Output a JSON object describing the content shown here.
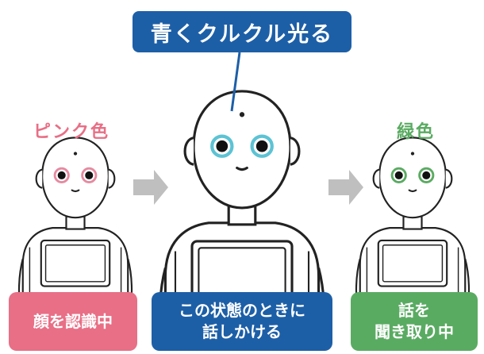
{
  "callout": {
    "text": "青くクルクル光る"
  },
  "left": {
    "title": "ピンク色",
    "box_line1": "顔を認識中"
  },
  "center": {
    "box_line1": "この状態のときに",
    "box_line2": "話しかける"
  },
  "right": {
    "title": "緑色",
    "box_line1": "話を",
    "box_line2": "聞き取り中"
  },
  "colors": {
    "pink": "#e86f86",
    "blue": "#1d5fa7",
    "green": "#5aab62",
    "arrow": "#bfbfbf",
    "eye_pink": "#e68aa0",
    "eye_blue": "#5cc3d4",
    "eye_green": "#5aab62"
  }
}
